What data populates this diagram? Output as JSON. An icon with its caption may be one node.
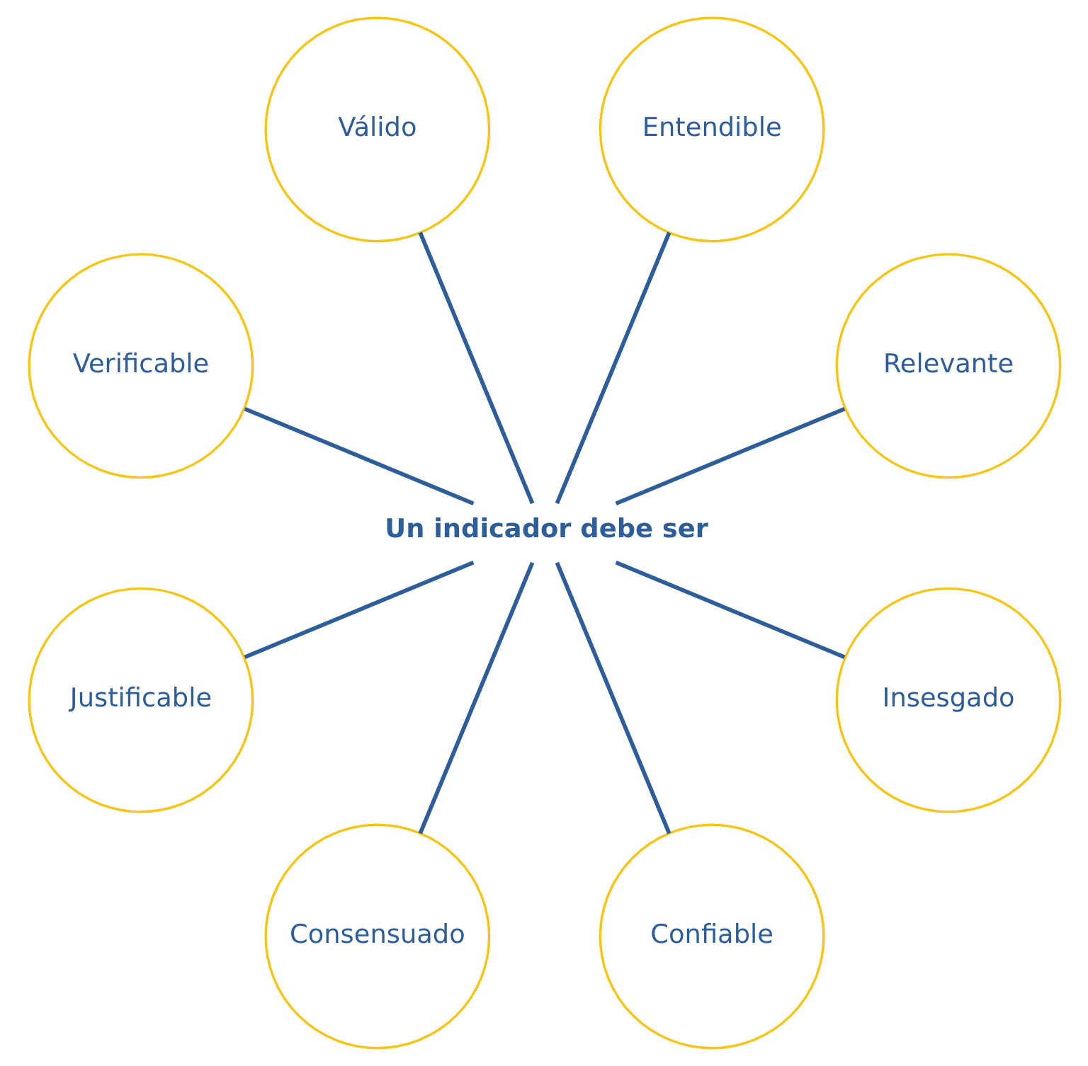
{
  "diagram": {
    "nodes": [
      {
        "text": [
          "Relevante"
        ]
      },
      {
        "text": [
          "Entendible"
        ]
      },
      {
        "text": [
          "Válido"
        ]
      },
      {
        "text": [
          "Verificable"
        ]
      },
      {
        "text": [
          "Un indicador debe ser"
        ]
      },
      {
        "text": [
          "Justificable"
        ]
      },
      {
        "text": [
          "Consensuado"
        ]
      },
      {
        "text": [
          "Confiable"
        ]
      },
      {
        "text": [
          "Insesgado"
        ]
      }
    ],
    "edges": [
      {
        "from": 4,
        "to": 0,
        "arrow": "none"
      },
      {
        "from": 4,
        "to": 1,
        "arrow": "none"
      },
      {
        "from": 4,
        "to": 3,
        "arrow": "none"
      },
      {
        "from": 4,
        "to": 6,
        "arrow": "none"
      },
      {
        "from": 4,
        "to": 8,
        "arrow": "none"
      },
      {
        "from": 4,
        "to": 7,
        "arrow": "none"
      },
      {
        "from": 4,
        "to": 5,
        "arrow": "none"
      },
      {
        "from": 4,
        "to": 2,
        "arrow": "none"
      }
    ]
  }
}
